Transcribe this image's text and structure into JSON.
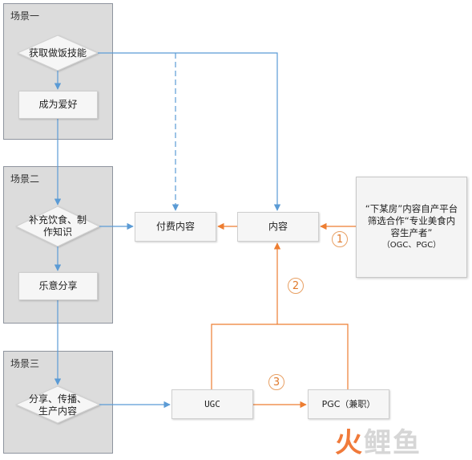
{
  "scenes": [
    {
      "title": "场景一"
    },
    {
      "title": "场景二"
    },
    {
      "title": "场景三"
    }
  ],
  "nodes": {
    "get_cooking_skills": "获取做饭技能",
    "become_hobby": "成为爱好",
    "supplement_food_knowledge": "补充饮食、制作知识",
    "happy_share": "乐意分享",
    "share_spread_produce": "分享、传播、生产内容",
    "paid_content": "付费内容",
    "content": "内容",
    "ugc": "UGC",
    "pgc": "PGC（兼职）"
  },
  "note": {
    "main": "“下某房”内容自产平台筛选合作“专业美食内容生产者”",
    "sub": "（OGC、PGC）"
  },
  "steps": [
    "1",
    "2",
    "3"
  ],
  "watermark": {
    "part1": "火",
    "part2": "鲤鱼"
  },
  "colors": {
    "blue": "#5b9bd5",
    "orange": "#ed7d31",
    "scene_bg": "#dcdcdc"
  }
}
